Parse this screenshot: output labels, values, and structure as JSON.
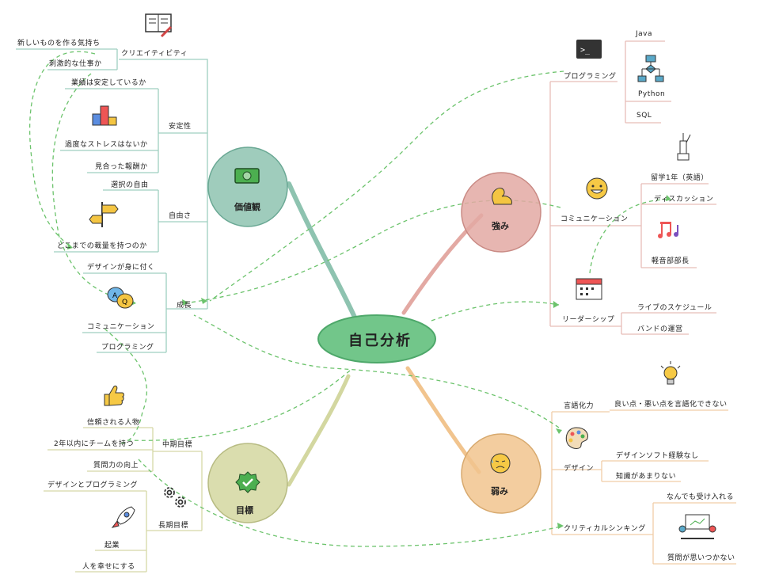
{
  "center": {
    "label": "自己分析"
  },
  "branches": {
    "values": {
      "label": "価値観",
      "color": "#8ec3b0"
    },
    "strengths": {
      "label": "強み",
      "color": "#e3a9a3"
    },
    "goals": {
      "label": "目標",
      "color": "#d3d7a0"
    },
    "weakness": {
      "label": "弱み",
      "color": "#f1c48e"
    }
  },
  "values": {
    "creativity": {
      "label": "クリエイティビティ",
      "items": [
        "新しいものを作る気持ち",
        "刺激的な仕事か"
      ]
    },
    "stability": {
      "label": "安定性",
      "items": [
        "業績は安定しているか",
        "過度なストレスはないか",
        "見合った報酬か"
      ]
    },
    "freedom": {
      "label": "自由さ",
      "items": [
        "選択の自由",
        "どこまでの裁量を持つのか"
      ]
    },
    "growth": {
      "label": "成長",
      "items": [
        "デザインが身に付く",
        "コミュニケーション",
        "プログラミング"
      ]
    }
  },
  "strengths": {
    "programming": {
      "label": "プログラミング",
      "items": [
        "Java",
        "Python",
        "SQL"
      ]
    },
    "communication": {
      "label": "コミュニケーション",
      "items": [
        "留学1年（英語）",
        "ディスカッション",
        "軽音部部長"
      ]
    },
    "leadership": {
      "label": "リーダーシップ",
      "items": [
        "ライブのスケジュール",
        "バンドの運営"
      ]
    }
  },
  "goals": {
    "mid": {
      "label": "中期目標",
      "items": [
        "信頼される人物",
        "2年以内にチームを持つ",
        "質問力の向上"
      ]
    },
    "long": {
      "label": "長期目標",
      "items": [
        "デザインとプログラミング",
        "起業",
        "人を幸せにする"
      ]
    }
  },
  "weakness": {
    "verbal": {
      "label": "言語化力",
      "items": [
        "良い点・悪い点を言語化できない"
      ]
    },
    "design": {
      "label": "デザイン",
      "items": [
        "デザインソフト経験なし",
        "知識があまりない"
      ]
    },
    "critical": {
      "label": "クリティカルシンキング",
      "items": [
        "なんでも受け入れる",
        "質問が思いつかない"
      ]
    }
  },
  "icons": [
    "book-icon",
    "podium-icon",
    "signpost-icon",
    "chat-bubbles-icon",
    "money-icon",
    "terminal-icon",
    "flowchart-icon",
    "muscle-icon",
    "smile-icon",
    "statue-icon",
    "music-note-icon",
    "calendar-icon",
    "lightbulb-icon",
    "palette-icon",
    "sad-face-icon",
    "meeting-icon",
    "thumbs-up-icon",
    "gears-icon",
    "rocket-icon",
    "check-badge-icon"
  ]
}
